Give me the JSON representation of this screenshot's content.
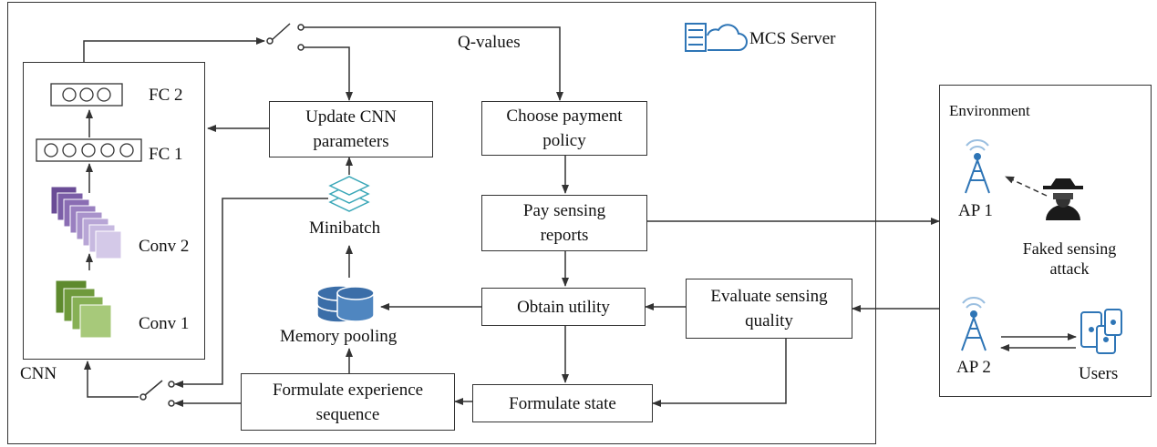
{
  "server": {
    "label": "MCS Server",
    "icon": "cloud-server-icon"
  },
  "cnn": {
    "label": "CNN",
    "layers": {
      "fc2": "FC 2",
      "fc1": "FC 1",
      "conv2": "Conv 2",
      "conv1": "Conv 1"
    }
  },
  "signals": {
    "q_values": "Q-values"
  },
  "blocks": {
    "update_cnn": "Update CNN\nparameters",
    "choose_policy": "Choose payment\npolicy",
    "pay_reports": "Pay sensing\nreports",
    "obtain_utility": "Obtain utility",
    "evaluate_quality": "Evaluate sensing\nquality",
    "formulate_state": "Formulate state",
    "formulate_experience": "Formulate experience\nsequence"
  },
  "memory": {
    "minibatch": "Minibatch",
    "pooling": "Memory pooling"
  },
  "environment": {
    "label": "Environment",
    "ap1": "AP 1",
    "ap2": "AP 2",
    "attack": "Faked sensing\nattack",
    "users": "Users"
  },
  "colors": {
    "line": "#333333",
    "accent_blue": "#2e75b6",
    "conv_green": "#6f9a3c",
    "conv_purple": "#7b5ea7"
  }
}
